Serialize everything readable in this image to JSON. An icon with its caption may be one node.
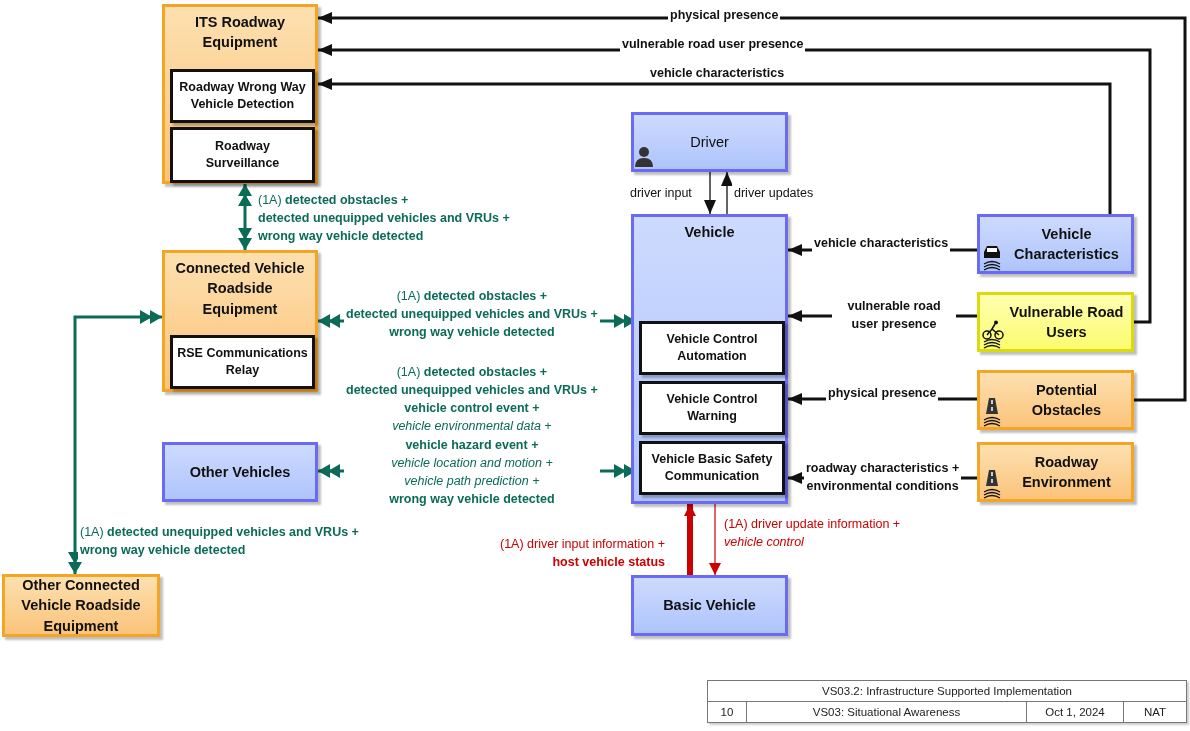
{
  "diagram": {
    "nodes": [
      {
        "text": [
          "ITS Roadway Equipment"
        ]
      },
      {
        "text": [
          "Roadway Wrong Way Vehicle Detection"
        ],
        "in": 0
      },
      {
        "text": [
          "Roadway Surveillance"
        ],
        "in": 0
      },
      {
        "text": [
          "Connected Vehicle Roadside Equipment"
        ]
      },
      {
        "text": [
          "RSE Communications Relay"
        ],
        "in": 3
      },
      {
        "text": [
          "Other Vehicles"
        ]
      },
      {
        "text": [
          "Other Connected Vehicle Roadside Equipment"
        ]
      },
      {
        "text": [
          "Driver"
        ]
      },
      {
        "text": [
          "Vehicle"
        ]
      },
      {
        "text": [
          "Vehicle Control Automation"
        ],
        "in": 8
      },
      {
        "text": [
          "Vehicle Control Warning"
        ],
        "in": 8
      },
      {
        "text": [
          "Vehicle Basic Safety Communication"
        ],
        "in": 8
      },
      {
        "text": [
          "Basic Vehicle"
        ]
      },
      {
        "text": [
          "Vehicle Characteristics"
        ]
      },
      {
        "text": [
          "Vulnerable Road Users"
        ]
      },
      {
        "text": [
          "Potential Obstacles"
        ]
      },
      {
        "text": [
          "Roadway Environment"
        ]
      }
    ],
    "edges": [
      {
        "from": 15,
        "to": 0,
        "arrow": "to",
        "label": "physical presence"
      },
      {
        "from": 14,
        "to": 0,
        "arrow": "to",
        "label": "vulnerable road user presence"
      },
      {
        "from": 13,
        "to": 0,
        "arrow": "to",
        "label": "vehicle characteristics"
      },
      {
        "from": 0,
        "to": 3,
        "arrow": "both",
        "color": "#0b6b57",
        "label": "(1A) **detected obstacles + detected unequipped vehicles and VRUs + wrong way vehicle detected**"
      },
      {
        "from": 3,
        "to": 9,
        "arrow": "both",
        "color": "#0b6b57",
        "label": "(1A) **detected obstacles + detected unequipped vehicles and VRUs + wrong way vehicle detected**"
      },
      {
        "from": 5,
        "to": 11,
        "arrow": "both",
        "color": "#0b6b57",
        "label": "(1A) **detected obstacles + detected unequipped vehicles and VRUs + vehicle control event +** *vehicle environmental data +* **vehicle hazard event +** *vehicle location and motion + vehicle path prediction +* **wrong way vehicle detected**"
      },
      {
        "from": 3,
        "to": 6,
        "arrow": "both",
        "color": "#0b6b57",
        "label": "(1A) **detected unequipped vehicles and VRUs + wrong way vehicle detected**"
      },
      {
        "from": 7,
        "to": 8,
        "arrow": "to",
        "label": "driver input"
      },
      {
        "from": 8,
        "to": 7,
        "arrow": "to",
        "label": "driver updates"
      },
      {
        "from": 13,
        "to": 8,
        "arrow": "to",
        "label": "vehicle characteristics"
      },
      {
        "from": 14,
        "to": 8,
        "arrow": "to",
        "label": "vulnerable road user presence"
      },
      {
        "from": 15,
        "to": 8,
        "arrow": "to",
        "label": "physical presence"
      },
      {
        "from": 16,
        "to": 8,
        "arrow": "to",
        "label": "roadway characteristics + environmental conditions"
      },
      {
        "from": 12,
        "to": 8,
        "arrow": "to",
        "color": "#cc0000",
        "style": "thick",
        "label": "(1A) driver input information + **host vehicle status**"
      },
      {
        "from": 8,
        "to": 12,
        "arrow": "to",
        "color": "#cc0000",
        "label": "(1A) driver update information + *vehicle control*"
      }
    ],
    "labels": [
      "VS03.2: Infrastructure Supported Implementation",
      "10",
      "VS03: Situational Awareness",
      "Oct 1, 2024",
      "NAT"
    ]
  }
}
